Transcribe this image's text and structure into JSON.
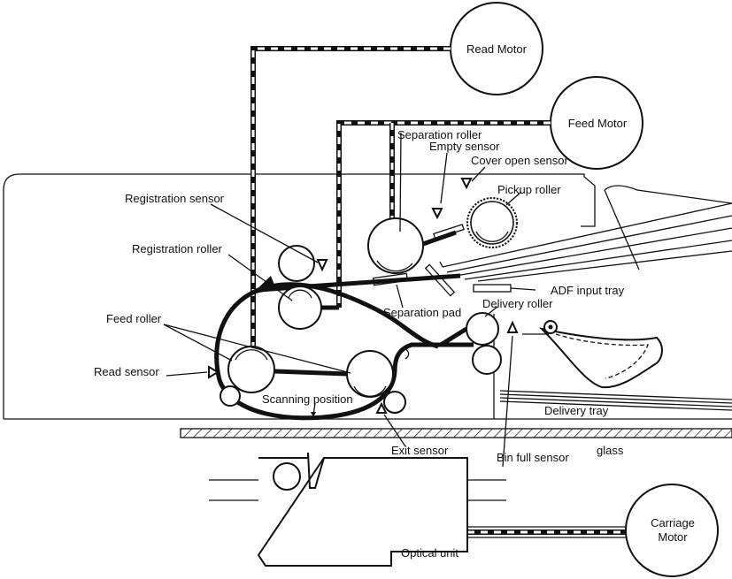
{
  "labels": {
    "read_motor": "Read Motor",
    "feed_motor": "Feed Motor",
    "separation_roller": "Separation roller",
    "empty_sensor": "Empty sensor",
    "cover_open_sensor": "Cover open sensor",
    "pickup_roller": "Pickup roller",
    "registration_sensor": "Registration sensor",
    "registration_roller": "Registration roller",
    "adf_input_tray": "ADF input tray",
    "separation_pad": "Separation pad",
    "delivery_roller": "Delivery roller",
    "feed_roller": "Feed roller",
    "read_sensor": "Read sensor",
    "scanning_position": "Scanning position",
    "delivery_tray": "Delivery tray",
    "exit_sensor": "Exit sensor",
    "bin_full_sensor": "Bin full sensor",
    "glass": "glass",
    "carriage_motor_line1": "Carriage",
    "carriage_motor_line2": "Motor",
    "optical_unit": "Optical unit"
  }
}
